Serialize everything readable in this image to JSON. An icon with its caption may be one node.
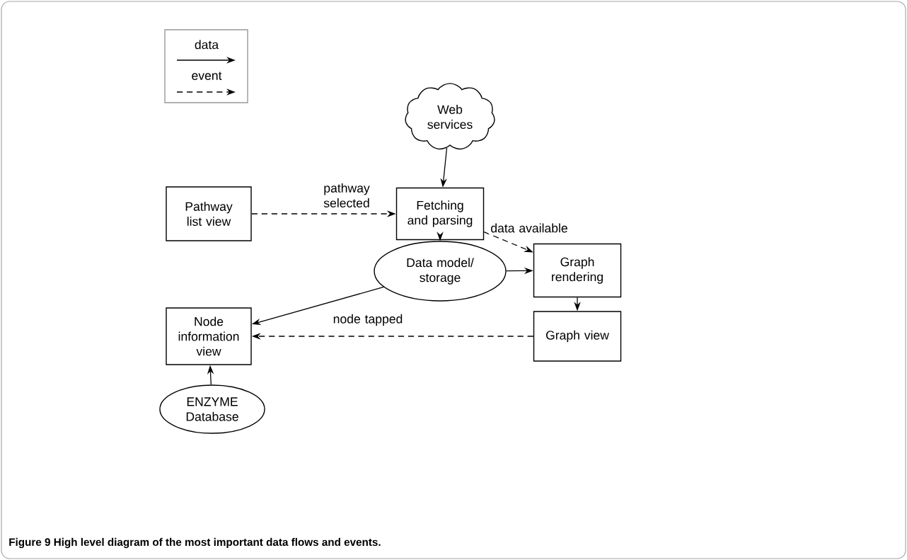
{
  "diagram": {
    "caption": "Figure 9 High level diagram of the most important data flows and events.",
    "nodes": [
      {
        "text": [
          "Web services"
        ]
      },
      {
        "text": [
          "Pathway list view"
        ]
      },
      {
        "text": [
          "Fetching and parsing"
        ]
      },
      {
        "text": [
          "Data model/ storage"
        ]
      },
      {
        "text": [
          "Graph rendering"
        ]
      },
      {
        "text": [
          "Node information view"
        ]
      },
      {
        "text": [
          "Graph view"
        ]
      },
      {
        "text": [
          "ENZYME Database"
        ]
      }
    ],
    "edges": [
      {
        "from": 0,
        "to": 2,
        "arrow": "to"
      },
      {
        "from": 1,
        "to": 2,
        "arrow": "to",
        "label": "pathway selected",
        "style": "dashed"
      },
      {
        "from": 2,
        "to": 3,
        "arrow": "to"
      },
      {
        "from": 2,
        "to": 4,
        "arrow": "to",
        "label": "data available",
        "style": "dashed"
      },
      {
        "from": 3,
        "to": 4,
        "arrow": "to"
      },
      {
        "from": 3,
        "to": 5,
        "arrow": "to"
      },
      {
        "from": 4,
        "to": 6,
        "arrow": "to"
      },
      {
        "from": 6,
        "to": 5,
        "arrow": "to",
        "label": "node tapped",
        "style": "dashed"
      },
      {
        "from": 7,
        "to": 5,
        "arrow": "to"
      }
    ],
    "legend": [
      {
        "text": "data"
      },
      {
        "text": "event"
      }
    ]
  }
}
